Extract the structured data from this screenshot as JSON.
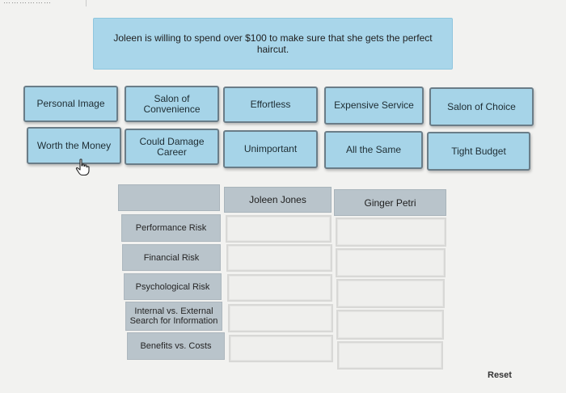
{
  "top_fragment": "………………",
  "prompt": "Joleen is willing to spend over $100 to make sure that she gets the perfect haircut.",
  "tiles": [
    "Personal Image",
    "Salon of Convenience",
    "Effortless",
    "Expensive Service",
    "Salon of Choice",
    "Worth the Money",
    "Could Damage Career",
    "Unimportant",
    "All the Same",
    "Tight Budget"
  ],
  "table": {
    "columns": [
      "",
      "Joleen Jones",
      "Ginger Petri"
    ],
    "rows": [
      "Performance Risk",
      "Financial Risk",
      "Psychological Risk",
      "Internal vs. External Search for Information",
      "Benefits vs. Costs"
    ]
  },
  "reset_label": "Reset",
  "icons": {
    "cursor": "hand-pointer-icon"
  },
  "colors": {
    "tile": "#a6d4e8",
    "header": "#b9c4cb",
    "drop_cell": "#efefed"
  }
}
